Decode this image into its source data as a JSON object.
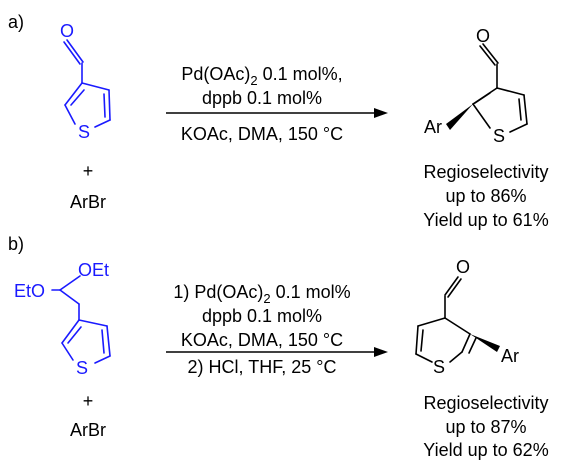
{
  "panel_a": {
    "label": "a)",
    "reagent_plus": "+",
    "reagent": "ArBr",
    "conditions_line1_pre": "Pd(OAc)",
    "conditions_line1_sub": "2",
    "conditions_line1_post": " 0.1 mol%,",
    "conditions_line2": "dppb 0.1 mol%",
    "conditions_line3": "KOAc, DMA, 150 °C",
    "substrate_oxygen": "O",
    "substrate_sulfur": "S",
    "product_oxygen": "O",
    "product_sulfur": "S",
    "product_ar": "Ar",
    "result_line1": "Regioselectivity",
    "result_line2": "up to 86%",
    "result_line3": "Yield up to 61%"
  },
  "panel_b": {
    "label": "b)",
    "reagent_plus": "+",
    "reagent": "ArBr",
    "conditions_line1_pre": "1) Pd(OAc)",
    "conditions_line1_sub": "2",
    "conditions_line1_post": " 0.1 mol%",
    "conditions_line2": "dppb 0.1 mol%",
    "conditions_line3": "KOAc, DMA, 150 °C",
    "conditions_line4": "2) HCl, THF, 25 °C",
    "substrate_oet": "OEt",
    "substrate_eto": "EtO",
    "substrate_sulfur": "S",
    "product_oxygen": "O",
    "product_sulfur": "S",
    "product_ar": "Ar",
    "result_line1": "Regioselectivity",
    "result_line2": "up to 87%",
    "result_line3": "Yield up to 62%"
  },
  "colors": {
    "substrate_blue": "#1a1aff",
    "text": "#000000"
  }
}
